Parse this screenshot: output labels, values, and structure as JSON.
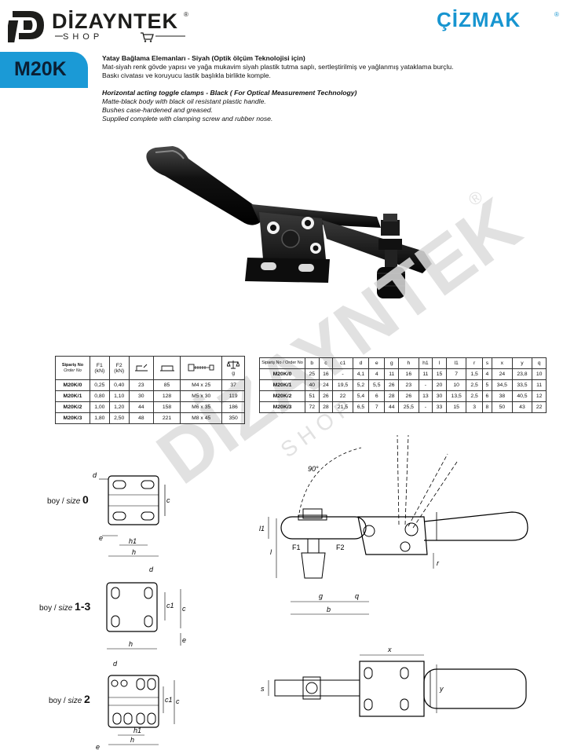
{
  "header": {
    "logo_title": "DİZAYNTEK",
    "logo_subtitle": "SHOP",
    "logo_reg": "®",
    "brand_right": "ÇİZMAK",
    "brand_reg": "®"
  },
  "product": {
    "code": "M20K",
    "desc_tr_title": "Yatay Bağlama Elemanları - Siyah (Optik ölçüm Teknolojisi için)",
    "desc_tr_line1": "Mat-siyah renk gövde yapısı ve yağa mukavim siyah plastik tutma saplı, sertleştirilmiş ve yağlanmış yataklama burçlu.",
    "desc_tr_line2": "Baskı civatası ve koruyucu lastik başlıkla birlikte komple.",
    "desc_en_title": "Horizontal acting toggle clamps - Black ( For Optical Measurement Technology)",
    "desc_en_line1": "Matte-black body with black oil resistant plastic handle.",
    "desc_en_line2": "Bushes case-hardened and greased.",
    "desc_en_line3": "Supplied complete with clamping screw and  rubber nose."
  },
  "table1": {
    "header_order_tr": "Sipariş No",
    "header_order_en": "Order No",
    "header_f1": "F1",
    "header_f2": "F2",
    "header_f1_unit": "(kN)",
    "header_f2_unit": "(kN)",
    "header_g": "g",
    "rows": [
      {
        "order": "M20K/0",
        "f1": "0,25",
        "f2": "0,40",
        "w1": "23",
        "w2": "85",
        "screw": "M4 x 25",
        "g": "37"
      },
      {
        "order": "M20K/1",
        "f1": "0,80",
        "f2": "1,10",
        "w1": "30",
        "w2": "128",
        "screw": "M5 x 30",
        "g": "119"
      },
      {
        "order": "M20K/2",
        "f1": "1,00",
        "f2": "1,20",
        "w1": "44",
        "w2": "158",
        "screw": "M6 x 35",
        "g": "186"
      },
      {
        "order": "M20K/3",
        "f1": "1,80",
        "f2": "2,50",
        "w1": "48",
        "w2": "221",
        "screw": "M8 x 45",
        "g": "350"
      }
    ]
  },
  "table2": {
    "header_order": "Sipariş No / Order No",
    "columns": [
      "b",
      "c",
      "c1",
      "d",
      "e",
      "g",
      "h",
      "h1",
      "l",
      "l1",
      "r",
      "s",
      "x",
      "y",
      "q"
    ],
    "rows": [
      {
        "order": "M20K/0",
        "cells": [
          "25",
          "16",
          "-",
          "4,1",
          "4",
          "11",
          "16",
          "11",
          "15",
          "7",
          "1,5",
          "4",
          "24",
          "23,8",
          "10"
        ]
      },
      {
        "order": "M20K/1",
        "cells": [
          "40",
          "24",
          "19,5",
          "5,2",
          "5,5",
          "26",
          "23",
          "-",
          "20",
          "10",
          "2,5",
          "5",
          "34,5",
          "33,5",
          "11"
        ]
      },
      {
        "order": "M20K/2",
        "cells": [
          "51",
          "26",
          "22",
          "5,4",
          "6",
          "28",
          "26",
          "13",
          "30",
          "13,5",
          "2,5",
          "6",
          "38",
          "40,5",
          "12"
        ]
      },
      {
        "order": "M20K/3",
        "cells": [
          "72",
          "28",
          "21,5",
          "6,5",
          "7",
          "44",
          "25,5",
          "-",
          "33",
          "15",
          "3",
          "8",
          "50",
          "43",
          "22"
        ]
      }
    ]
  },
  "size_labels": {
    "size0_prefix": "boy / ",
    "size0_italic": "size",
    "size0_num": "0",
    "size13_prefix": "boy / ",
    "size13_italic": "size",
    "size13_num": "1-3",
    "size2_prefix": "boy / ",
    "size2_italic": "size",
    "size2_num": "2"
  },
  "dimension_letters": {
    "d": "d",
    "c": "c",
    "c1": "c1",
    "e": "e",
    "h": "h",
    "h1": "h1",
    "l": "l",
    "l1": "l1",
    "g": "g",
    "q": "q",
    "b": "b",
    "r": "r",
    "s": "s",
    "x": "x",
    "y": "y",
    "f1": "F1",
    "f2": "F2",
    "angle": "90°"
  },
  "watermark": {
    "text": "DİZAYNTEK",
    "sub": "S H O P",
    "reg": "®"
  },
  "colors": {
    "brand_blue": "#1b9ad6",
    "text_dark": "#1d1d1b",
    "watermark": "#d9d9d9"
  }
}
